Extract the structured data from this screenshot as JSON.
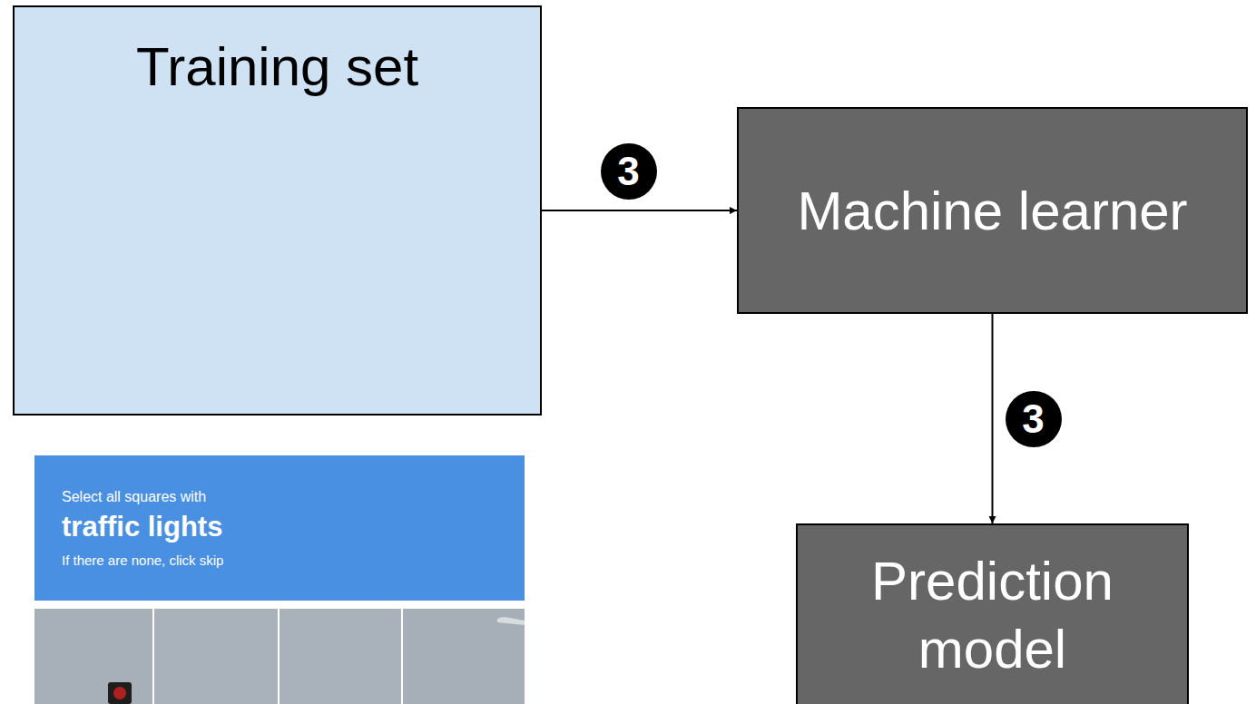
{
  "diagram": {
    "nodes": [
      {
        "text": [
          "Training set"
        ]
      },
      {
        "text": [
          "Machine learner"
        ]
      },
      {
        "text": [
          "Prediction model"
        ]
      }
    ],
    "edges": [
      {
        "from": 0,
        "to": 1,
        "arrow": "to",
        "label": "3"
      },
      {
        "from": 1,
        "to": 2,
        "arrow": "to",
        "label": "3"
      }
    ],
    "labels": [
      "Select all squares with",
      "traffic lights",
      "If there are none, click skip"
    ]
  }
}
